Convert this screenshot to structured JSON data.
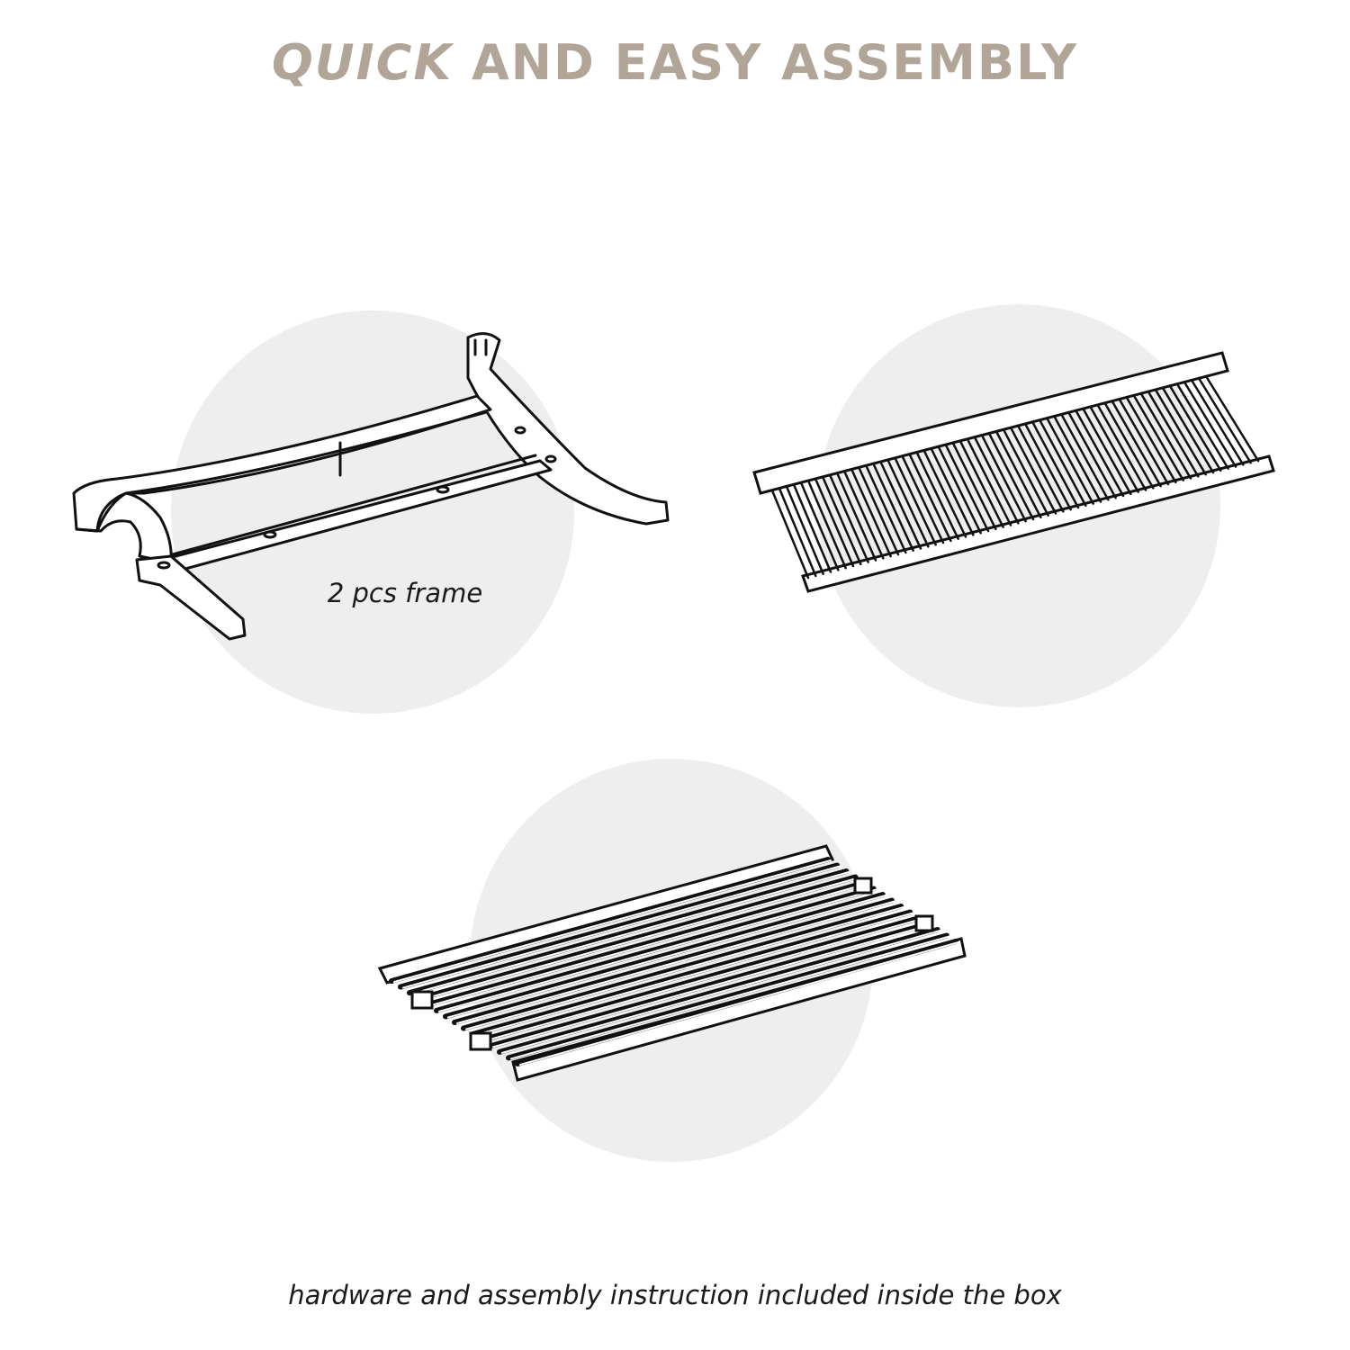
{
  "header": {
    "title_emphasis": "QUICK",
    "title_rest": " AND EASY ASSEMBLY",
    "title_color": "#b0a596"
  },
  "parts": [
    {
      "caption": "2 pcs frame",
      "illustration": "bench-frame-icon"
    },
    {
      "caption": "",
      "illustration": "backrest-panel-icon"
    },
    {
      "caption": "",
      "illustration": "seat-panel-icon"
    }
  ],
  "footer": {
    "note": "hardware and assembly instruction included inside the box"
  },
  "colors": {
    "circle": "#eeeeee",
    "line": "#111111"
  }
}
